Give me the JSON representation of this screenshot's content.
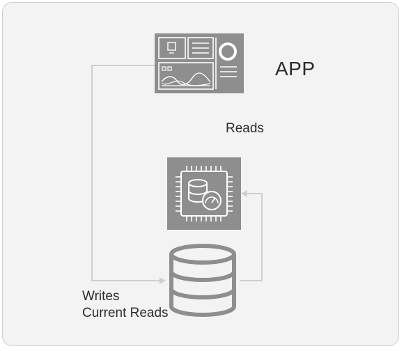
{
  "app": {
    "label": "APP"
  },
  "reads": {
    "label": "Reads"
  },
  "writes": {
    "line1": "Writes",
    "line2": "Current Reads"
  },
  "colors": {
    "panel": "#f3f3f3",
    "icon_gray": "#8e8e8e",
    "line": "#c9c9c9",
    "text": "#2b2b2b"
  },
  "icons": {
    "app": "dashboard-app-icon",
    "cache": "database-gauge-chip-icon",
    "db": "database-stack-icon"
  }
}
